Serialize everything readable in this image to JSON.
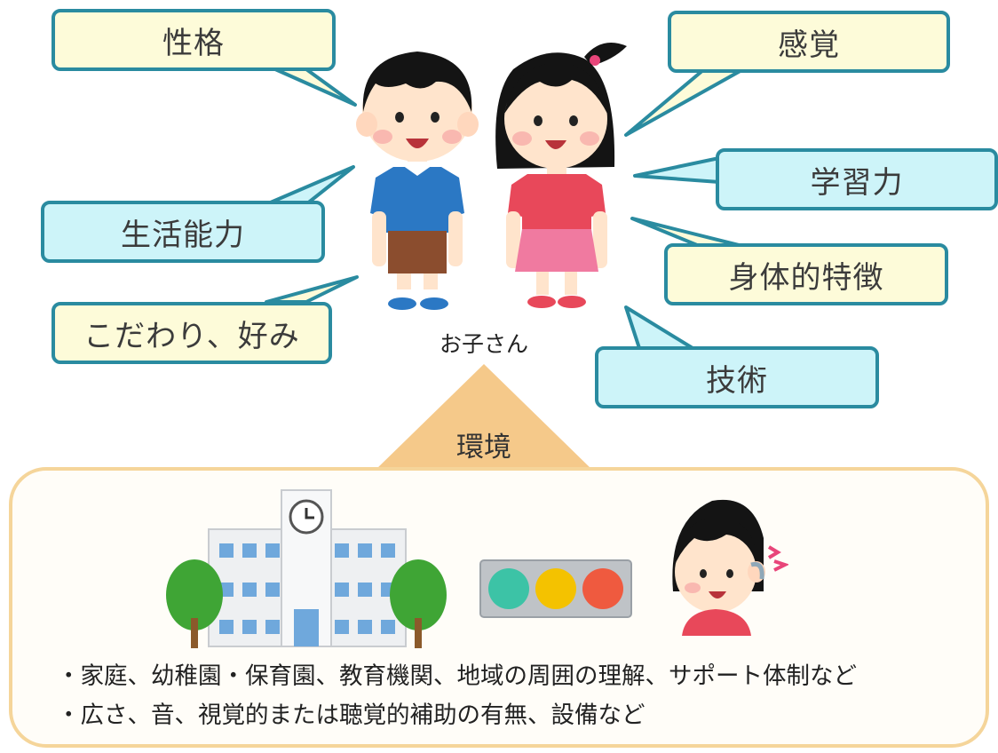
{
  "bubbles": {
    "personality": "性格",
    "sensation": "感覚",
    "learning": "学習力",
    "life_skills": "生活能力",
    "physical": "身体的特徴",
    "preferences": "こだわり、好み",
    "technique": "技術"
  },
  "center_label": "お子さん",
  "environment": {
    "label": "環境",
    "items": [
      "・家庭、幼稚園・保育園、教育機関、地域の周囲の理解、サポート体制など",
      "・広さ、音、視覚的または聴覚的補助の有無、設備など"
    ]
  },
  "colors": {
    "bubble_border": "#2a8ba0",
    "bubble_yellow": "#fdfbd9",
    "bubble_cyan": "#cdf4f9",
    "triangle": "#f5c98a",
    "env_border": "#f5d59a"
  },
  "icons": [
    "boy-illustration",
    "girl-illustration",
    "school-building-illustration",
    "traffic-light-illustration",
    "girl-with-hearing-aid-illustration"
  ]
}
